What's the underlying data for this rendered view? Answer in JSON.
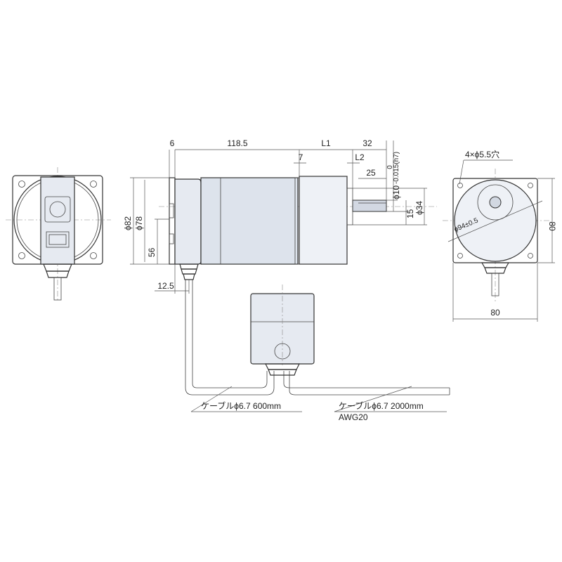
{
  "dimensions": {
    "d6": "6",
    "d118_5": "118.5",
    "L1": "L1",
    "d32": "32",
    "d7": "7",
    "L2": "L2",
    "d25": "25",
    "phi10": "ϕ10",
    "tol": "-0.015(h7)",
    "tol0": "0",
    "phi34": "ϕ34",
    "d15": "15",
    "phi82": "ϕ82",
    "phi78": "ϕ78",
    "d56": "56",
    "d12_5": "12.5",
    "holes": "4×ϕ5.5穴",
    "phi94": "ϕ94±0.5",
    "d80_side": "80",
    "d80_bottom": "80"
  },
  "cables": {
    "cable1": "ケーブルϕ6.7  600mm",
    "cable2": "ケーブルϕ6.7  2000mm",
    "awg": "AWG20"
  },
  "colors": {
    "motor_body": "#dde3ec",
    "gear_head": "#eef1f6",
    "line": "#333333"
  }
}
